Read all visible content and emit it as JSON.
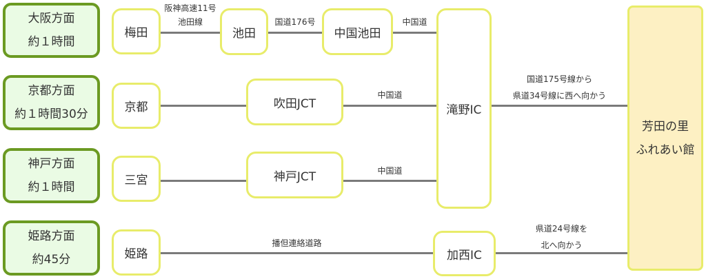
{
  "origins": [
    {
      "name": "大阪方面",
      "time": "約１時間"
    },
    {
      "name": "京都方面",
      "time": "約１時間30分"
    },
    {
      "name": "神戸方面",
      "time": "約１時間"
    },
    {
      "name": "姫路方面",
      "time": "約45分"
    }
  ],
  "stations": {
    "umeda": "梅田",
    "kyoto": "京都",
    "sannomiya": "三宮",
    "himeji": "姫路",
    "ikeda": "池田",
    "chugoku_ikeda": "中国池田",
    "suita": "吹田JCT",
    "kobe": "神戸JCT",
    "takino": "滝野IC",
    "kasai": "加西IC"
  },
  "destination": {
    "line1": "芳田の里",
    "line2": "ふれあい館"
  },
  "routes": {
    "hanshin1": "阪神高速11号",
    "hanshin2": "池田線",
    "r176": "国道176号",
    "chugoku1": "中国道",
    "chugoku2": "中国道",
    "chugoku3": "中国道",
    "banshin": "播但連絡道路",
    "takino1": "国道175号線から",
    "takino2": "県道34号線に西へ向かう",
    "kasai1": "県道24号線を",
    "kasai2": "北へ向かう"
  }
}
